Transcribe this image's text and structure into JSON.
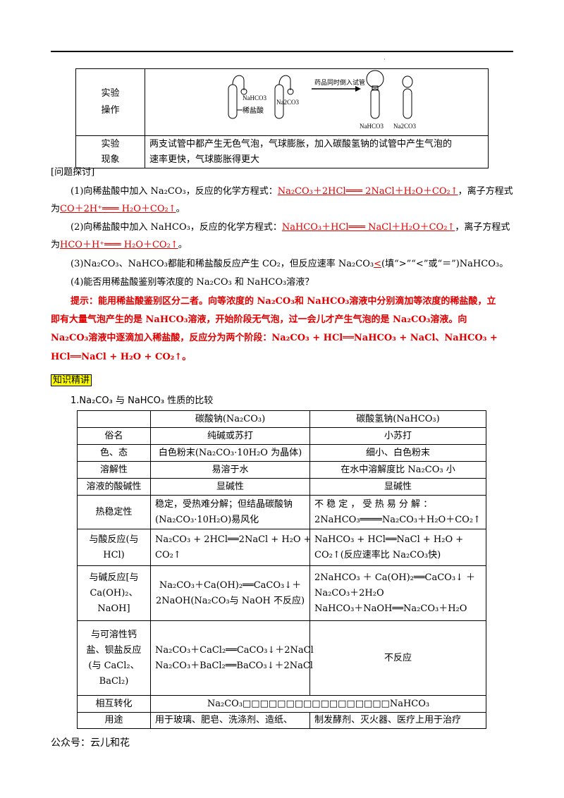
{
  "exp_table": {
    "rows": [
      {
        "label1": "实验",
        "label2": "操作",
        "content": ""
      },
      {
        "label1": "实验",
        "label2": "现象",
        "content_line1": "两支试管中都产生无色气泡，气球膨胀，加入碳酸氢钠的试管中产生气泡的",
        "content_line2": "速率更快，气球膨胀得更大"
      }
    ],
    "diagram": {
      "label_nahco3": "NaHCO3",
      "label_na2co3": "Na2CO3",
      "label_acid": "稀盐酸",
      "arrow_text": "药品同时倒入试管",
      "label_nahco3_b": "NaHCO3",
      "label_na2co3_b": "Na2CO3"
    }
  },
  "discussion": {
    "heading": "[问题探讨]",
    "q1_pre": "(1)向稀盐酸中加入 Na₂CO₃，反应的化学方程式：",
    "q1_eq": "Na₂CO₃＋2HCl═══ 2NaCl＋H₂O＋CO₂↑",
    "q1_mid": "，离子方程式",
    "q1_line2_pre": "为",
    "q1_ion": "CO＋2H⁺═══ H₂O＋CO₂↑",
    "q1_end": "。",
    "q2_pre": "(2)向稀盐酸中加入 NaHCO₃，反应的化学方程式：",
    "q2_eq": "NaHCO₃＋HCl═══ NaCl＋H₂O＋CO₂↑",
    "q2_mid": "，离子方程式",
    "q2_line2_pre": "为",
    "q2_ion": "HCO＋H⁺═══ H₂O＋CO₂↑",
    "q2_end": "。",
    "q3_pre": "(3)Na₂CO₃、NaHCO₃都能和稀盐酸反应产生 CO₂，但反应速率 Na₂CO₃",
    "q3_ans": "<",
    "q3_post": "(填“>”“<”或“＝”)NaHCO₃。",
    "q4": "(4)能否用稀盐酸鉴别等浓度的 Na₂CO₃ 和 NaHCO₃溶液？",
    "hint_l1": "提示：能用稀盐酸鉴别区分二者。向等浓度的 Na₂CO₃和 NaHCO₃溶液中分别滴加等浓度的稀盐酸，立",
    "hint_l2": "即有大量气泡产生的是 NaHCO₃溶液，开始阶段无气泡，过一会儿才产生气泡的是 Na₂CO₃溶液。向",
    "hint_l3": "Na₂CO₃溶液中逐滴加入稀盐酸，反应分为两个阶段：Na₂CO₃ + HCl══NaHCO₃ + NaCl、NaHCO₃ +",
    "hint_l4": "HCl══NaCl + H₂O + CO₂↑。"
  },
  "knowledge": {
    "tag": "知识精讲",
    "title": "1.Na₂CO₃ 与 NaHCO₃ 性质的比较"
  },
  "compare_table": {
    "header": [
      "",
      "碳酸钠(Na₂CO₃)",
      "碳酸氢钠(NaHCO₃)"
    ],
    "rows": [
      {
        "label": [
          "俗名"
        ],
        "a": [
          "纯碱或苏打"
        ],
        "b": [
          "小苏打"
        ]
      },
      {
        "label": [
          "色、态"
        ],
        "a": [
          "白色粉末(Na₂CO₃·10H₂O 为晶体)"
        ],
        "b": [
          "细小、白色粉末"
        ]
      },
      {
        "label": [
          "溶解性"
        ],
        "a": [
          "易溶于水"
        ],
        "b": [
          "在水中溶解度比 Na₂CO₃ 小"
        ]
      },
      {
        "label": [
          "溶液的酸碱性"
        ],
        "a": [
          "显碱性"
        ],
        "b": [
          "显碱性"
        ]
      },
      {
        "label": [
          "热稳定性"
        ],
        "a": [
          "稳定，受热难分解；但结晶碳酸钠",
          "(Na₂CO₃·10H₂O)易风化"
        ],
        "b": [
          "不 稳 定 ， 受 热 易 分 解 ：",
          "2NaHCO₃════Na₂CO₃＋H₂O＋CO₂↑"
        ]
      },
      {
        "label": [
          "与酸反应(与",
          "HCl)"
        ],
        "a": [
          "Na₂CO₃ + 2HCl══2NaCl + H₂O +",
          "CO₂↑"
        ],
        "b": [
          "NaHCO₃  +  HCl══NaCl  +  H₂O  +",
          "CO₂↑(反应速率比 Na₂CO₃快)"
        ]
      },
      {
        "label": [
          "与碱反应[与",
          "Ca(OH)₂、",
          "NaOH]"
        ],
        "a": [
          "Na₂CO₃＋Ca(OH)₂══CaCO₃↓＋",
          "2NaOH(Na₂CO₃与 NaOH 不反应)"
        ],
        "b": [
          "2NaHCO₃  ＋  Ca(OH)₂══CaCO₃↓  ＋",
          "Na₂CO₃＋2H₂O",
          "NaHCO₃＋NaOH══Na₂CO₃＋H₂O"
        ]
      },
      {
        "label": [
          "与可溶性钙",
          "盐、钡盐反应",
          "(与 CaCl₂、",
          "BaCl₂)"
        ],
        "a": [
          "Na₂CO₃＋CaCl₂══CaCO₃↓＋2NaCl",
          "Na₂CO₃＋BaCl₂══BaCO₃↓＋2NaCl"
        ],
        "b": [
          "不反应"
        ]
      },
      {
        "label": [
          "相互转化"
        ],
        "merged": "Na₂CO₃□□□□□□□□□□□□□□□□□NaHCO₃"
      },
      {
        "label": [
          "用途"
        ],
        "a": [
          "用于玻璃、肥皂、洗涤剂、造纸、"
        ],
        "b": [
          "制发酵剂、灭火器、医疗上用于治疗"
        ]
      }
    ]
  },
  "footer": "公众号：云儿和花"
}
